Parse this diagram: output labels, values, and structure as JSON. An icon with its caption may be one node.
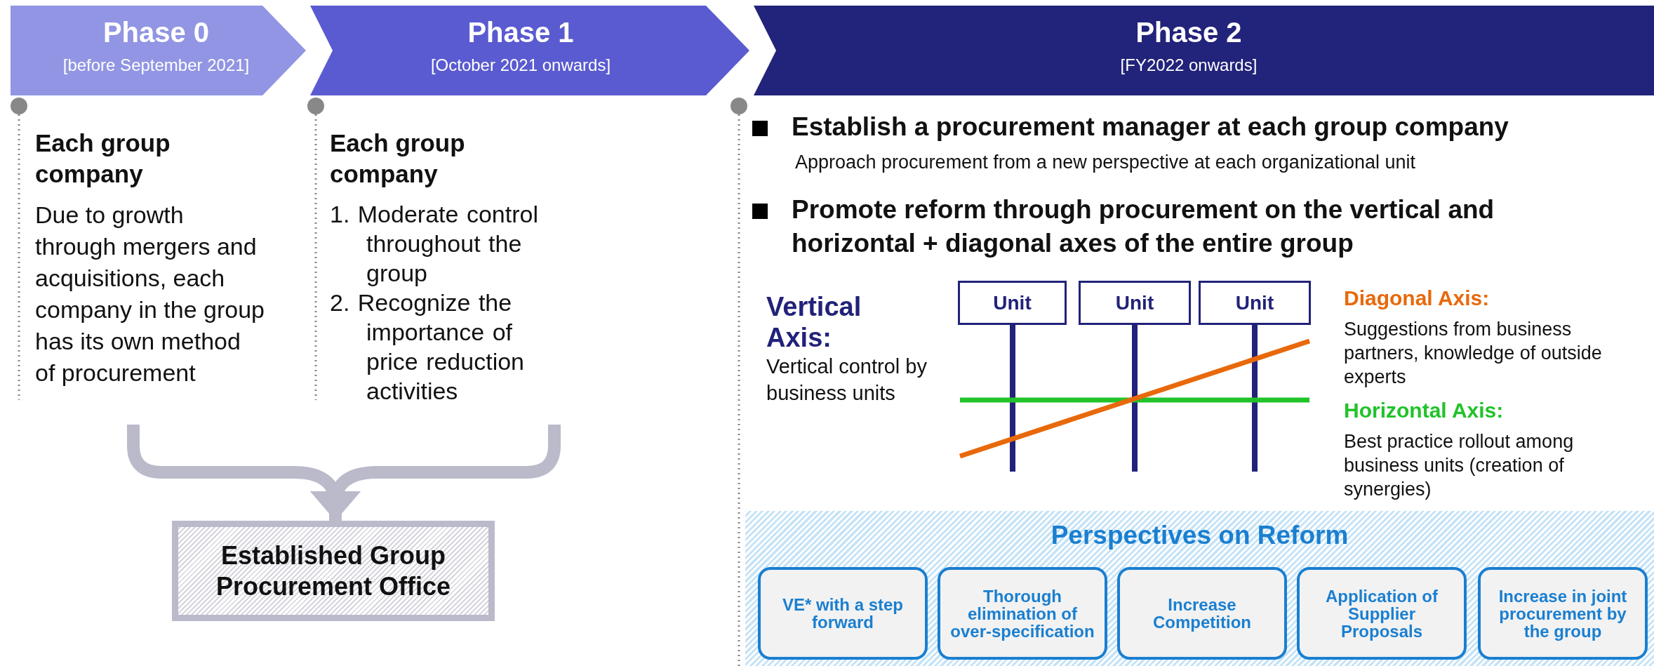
{
  "diagram": {
    "nodes": [
      {
        "text": [
          "Phase 0",
          "[before September 2021]"
        ]
      },
      {
        "text": [
          "Phase 1",
          "[October 2021 onwards]"
        ]
      },
      {
        "text": [
          "Phase 2",
          "[FY2022 onwards]"
        ]
      },
      {
        "text": [
          "Each group company",
          "Due to growth through mergers and acquisitions, each company in the group has its own method of procurement"
        ]
      },
      {
        "text": [
          "Each group company",
          "1. Moderate control throughout the group",
          "2. Recognize the importance of price reduction activities"
        ]
      },
      {
        "text": [
          "Established Group Procurement Office"
        ]
      },
      {
        "text": [
          "Unit"
        ]
      },
      {
        "text": [
          "Unit"
        ]
      },
      {
        "text": [
          "Unit"
        ]
      },
      {
        "text": [
          "Perspectives on Reform"
        ]
      },
      {
        "text": [
          "VE* with a step forward"
        ],
        "in": 9
      },
      {
        "text": [
          "Thorough elimination of over-specification"
        ],
        "in": 9
      },
      {
        "text": [
          "Increase Competition"
        ],
        "in": 9
      },
      {
        "text": [
          "Application of Supplier Proposals"
        ],
        "in": 9
      },
      {
        "text": [
          "Increase in joint procurement by the group"
        ],
        "in": 9
      }
    ],
    "edges": [
      {
        "from": 3,
        "to": 5,
        "arrow": "to"
      },
      {
        "from": 4,
        "to": 5,
        "arrow": "to"
      }
    ],
    "labels": [
      "Establish a procurement manager at each group company",
      "Approach procurement from a new perspective at each organizational unit",
      "Promote reform through procurement on the vertical and horizontal + diagonal axes of the entire group",
      "Vertical Axis:",
      "Vertical control by business units",
      "Diagonal Axis:",
      "Suggestions from business partners, knowledge of outside experts",
      "Horizontal Axis:",
      "Best practice rollout among business units (creation of synergies)"
    ]
  }
}
